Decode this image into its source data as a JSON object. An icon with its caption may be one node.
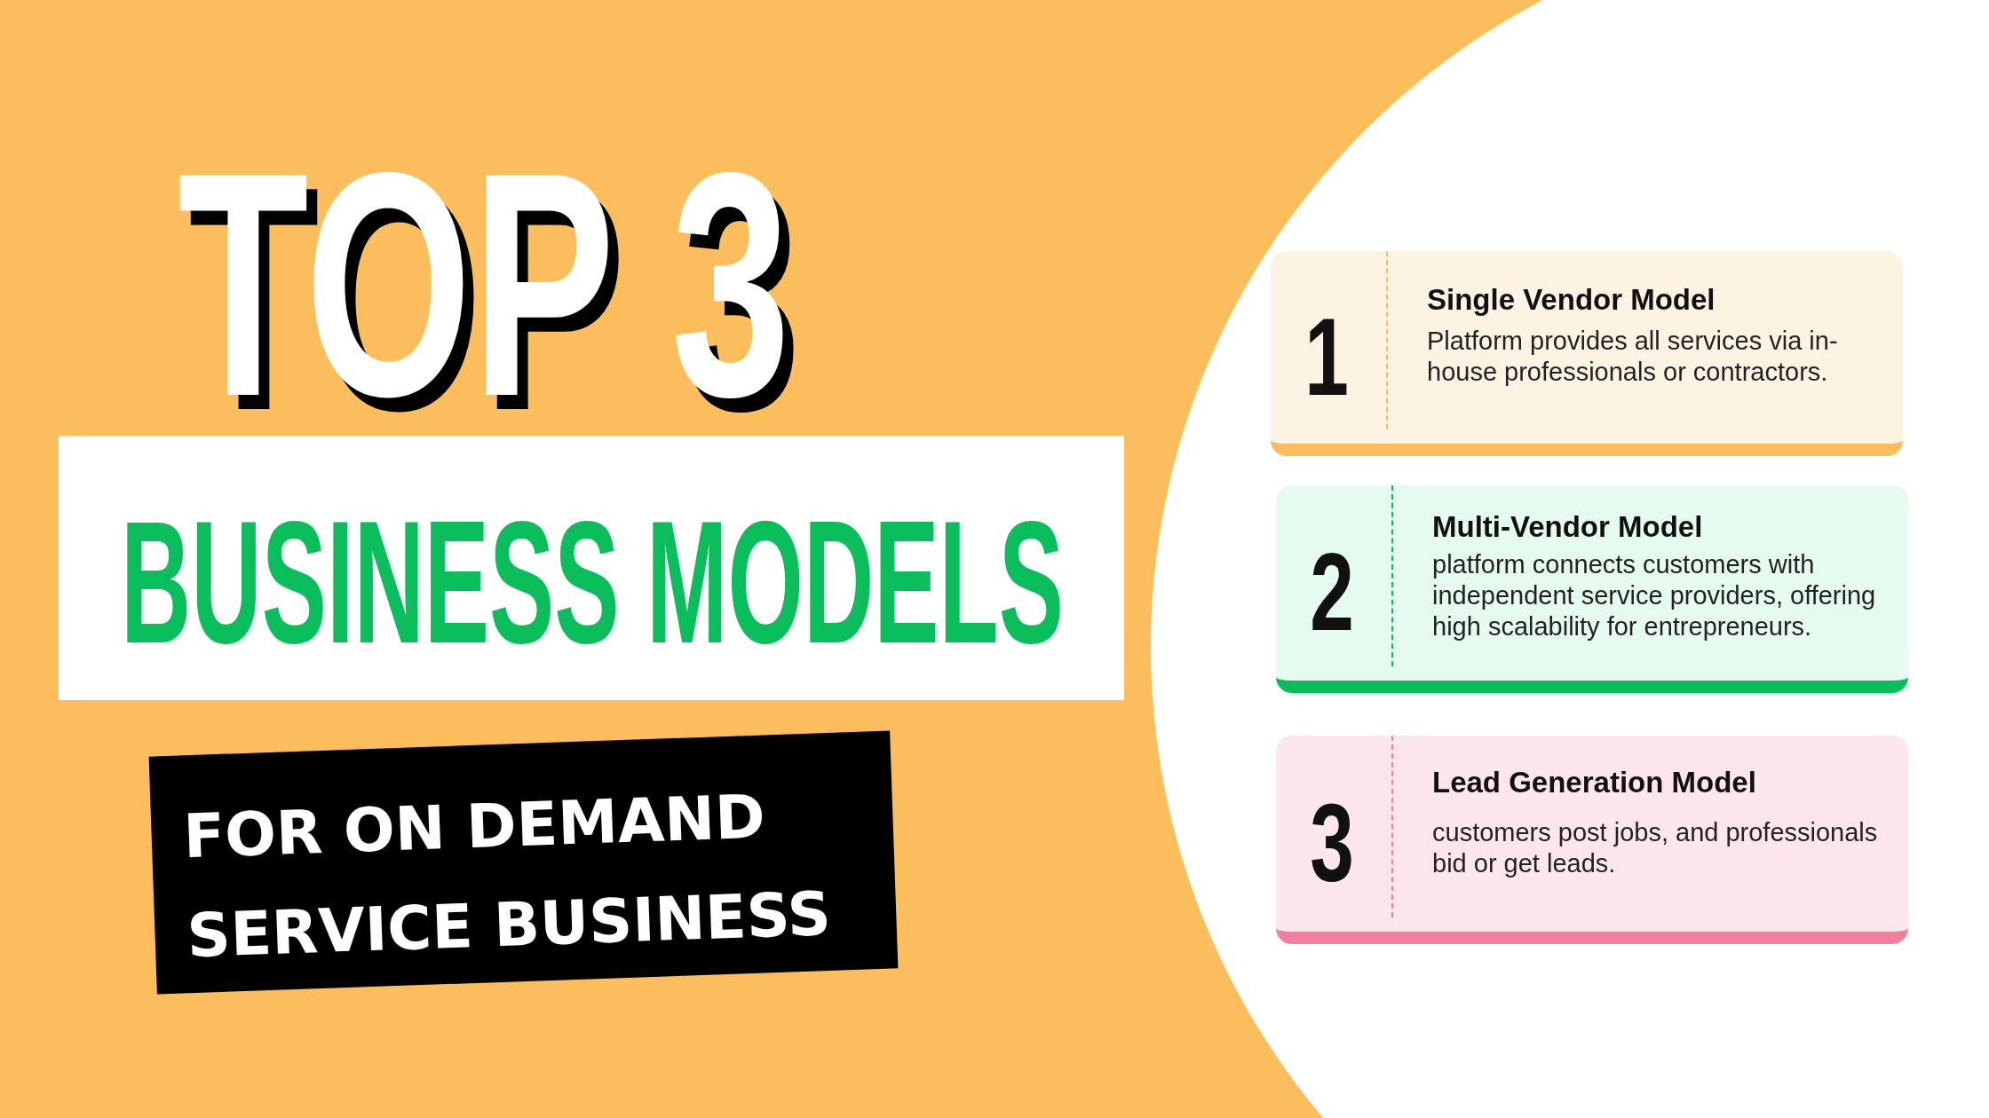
{
  "diagram": {
    "title": "TOP 3",
    "nodes": [
      {
        "text": [
          "1",
          "Single Vendor Model",
          "Platform provides all services via in-house professionals or contractors."
        ]
      },
      {
        "text": [
          "2",
          "Multi-Vendor Model",
          "platform connects customers with independent service providers, offering high scalability for entrepreneurs."
        ]
      },
      {
        "text": [
          "3",
          "Lead Generation Model",
          "customers post jobs, and professionals bid or get leads."
        ]
      }
    ],
    "labels": [
      "BUSINESS MODELS",
      "FOR ON DEMAND SERVICE BUSINESS"
    ]
  }
}
